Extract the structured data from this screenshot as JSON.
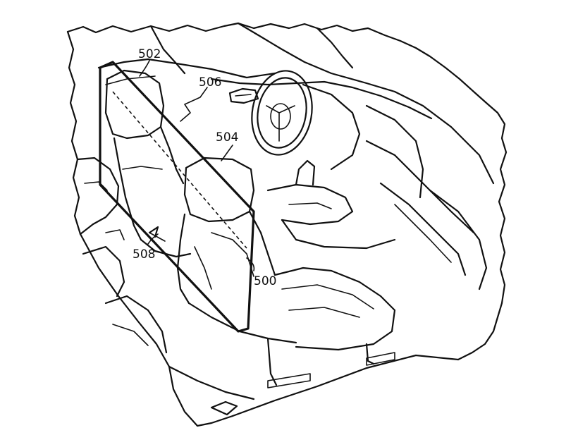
{
  "figure": {
    "reference_labels": {
      "seat_assembly": "500",
      "headrest_rear": "502",
      "headrest_front": "504",
      "partition": "506",
      "arrow": "508"
    }
  }
}
